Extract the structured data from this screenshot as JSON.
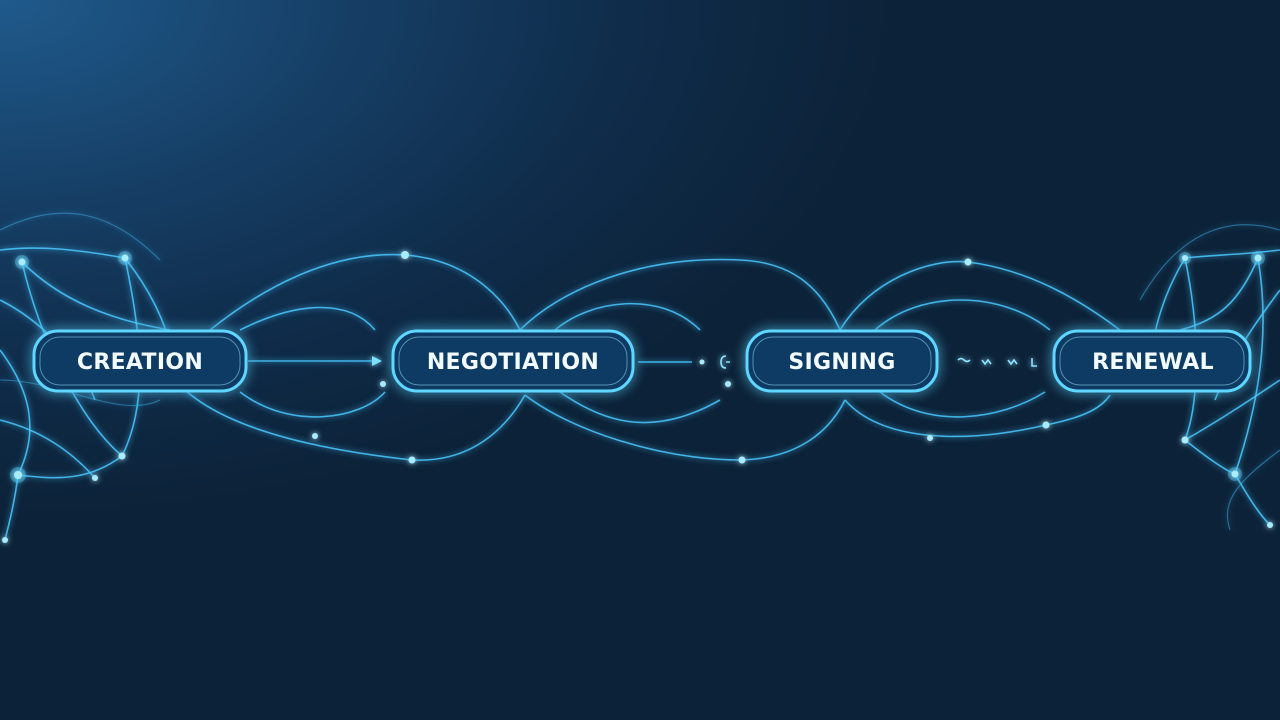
{
  "colors": {
    "background_top": "#1f5a8c",
    "background_bottom": "#0c2238",
    "accent": "#49c8ff",
    "pill_fill": "#0d3a63",
    "label_text": "#f2fbff"
  },
  "stages": [
    {
      "label": "CREATION"
    },
    {
      "label": "NEGOTIATION"
    },
    {
      "label": "SIGNING"
    },
    {
      "label": "RENEWAL"
    }
  ]
}
